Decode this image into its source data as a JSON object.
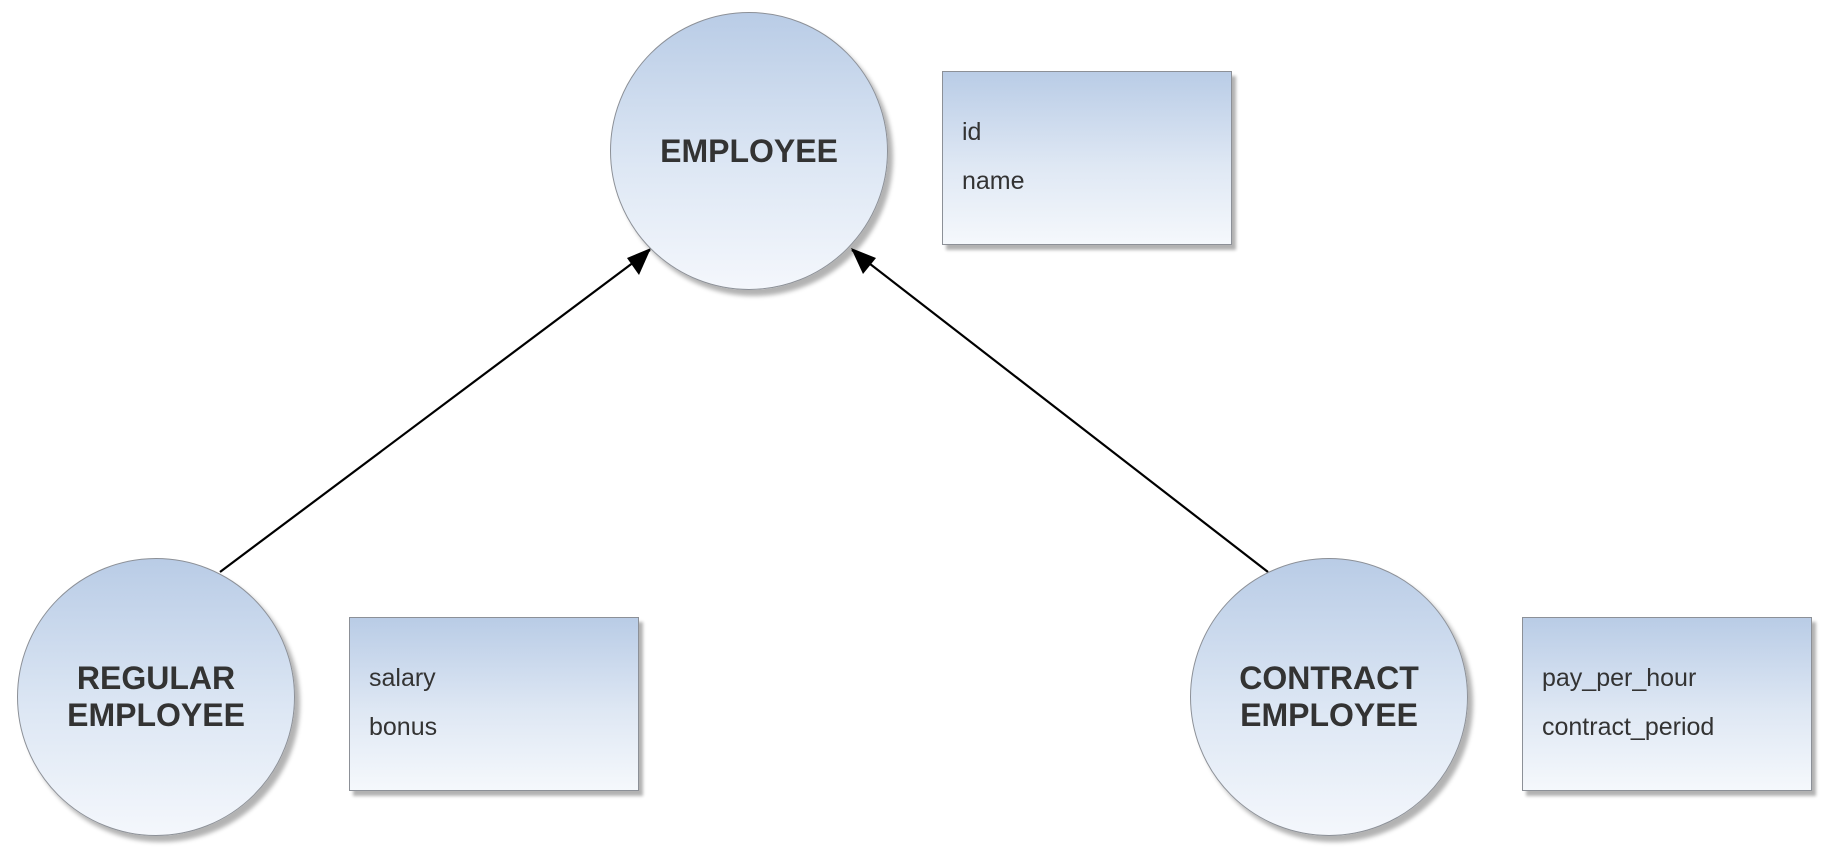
{
  "entities": {
    "employee": {
      "label": "EMPLOYEE",
      "attributes": [
        "id",
        "name"
      ]
    },
    "regular_employee": {
      "label": "REGULAR\nEMPLOYEE",
      "attributes": [
        "salary",
        "bonus"
      ]
    },
    "contract_employee": {
      "label": "CONTRACT\nEMPLOYEE",
      "attributes": [
        "pay_per_hour",
        "contract_period"
      ]
    }
  },
  "relations": [
    {
      "from": "regular_employee",
      "to": "employee",
      "type": "inheritance-arrow"
    },
    {
      "from": "contract_employee",
      "to": "employee",
      "type": "inheritance-arrow"
    }
  ],
  "colors": {
    "node_fill_top": "#b9cce6",
    "node_fill_bottom": "#f4f7fc",
    "node_border": "#8c9097",
    "text": "#333333",
    "connector": "#000000"
  }
}
